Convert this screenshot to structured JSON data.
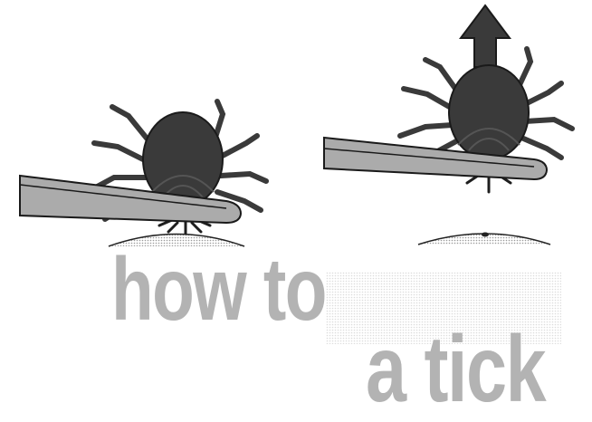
{
  "title": {
    "line1": "how to",
    "line2": "a tick"
  },
  "illustrations": [
    {
      "name": "tweezers-grasping-tick",
      "step": "grasp"
    },
    {
      "name": "tick-pulled-upward",
      "step": "pull-up"
    }
  ],
  "icons": {
    "arrow": "up-arrow-icon"
  },
  "colors": {
    "tick_body": "#3a3a3a",
    "tweezers": "#c9c9c9",
    "text": "#b3b3b3",
    "background": "#ffffff"
  }
}
